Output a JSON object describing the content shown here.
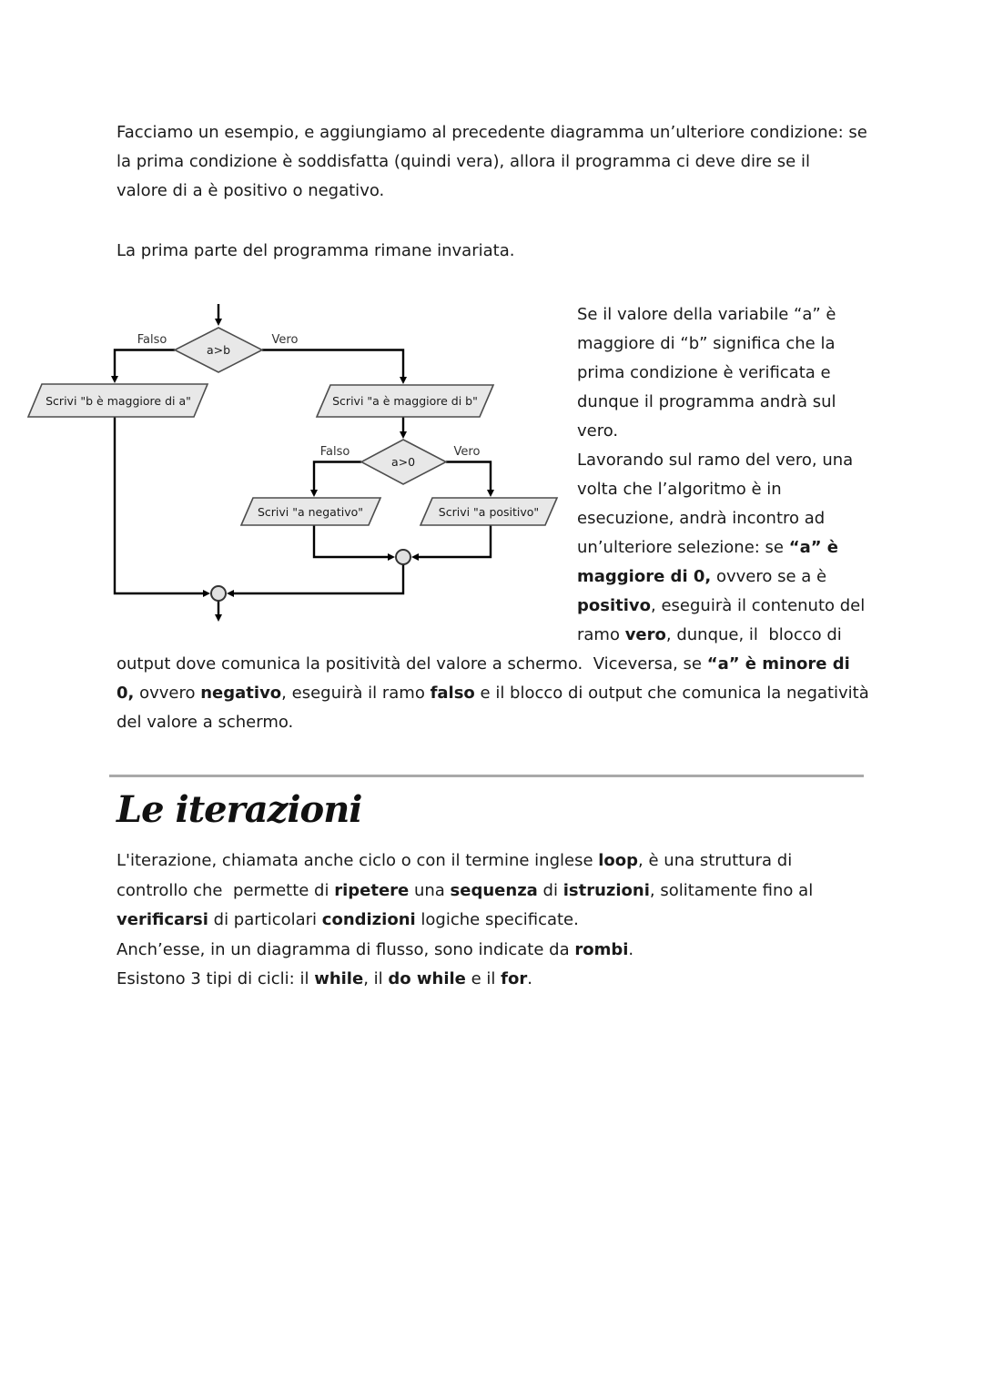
{
  "intro": {
    "p1_l1": "Facciamo un esempio, e aggiungiamo al precedente diagramma un’ulteriore condizione: se",
    "p1_l2": "la prima condizione è soddisfatta (quindi vera), allora il programma ci deve dire se il",
    "p1_l3": "valore di a è positivo o negativo.",
    "p2": "La prima parte del programma rimane invariata."
  },
  "flowchart": {
    "labels": {
      "false1": "Falso",
      "true1": "Vero",
      "false2": "Falso",
      "true2": "Vero"
    },
    "nodes": {
      "decision1": "a>b",
      "out_left": "Scrivi \"b è maggiore di a\"",
      "out_right": "Scrivi \"a è maggiore di b\"",
      "decision2": "a>0",
      "out_neg": "Scrivi \"a negativo\"",
      "out_pos": "Scrivi \"a positivo\""
    },
    "colors": {
      "shape_fill": "#e8e8e8",
      "shape_stroke": "#4d4d4d",
      "line": "#000000"
    }
  },
  "right_column": {
    "l1": "Se il valore della variabile “a” è",
    "l2": "maggiore di “b” significa che la",
    "l3": "prima condizione è verificata e",
    "l4": "dunque il programma andrà sul",
    "l5": "vero.",
    "l6": "Lavorando sul ramo del vero, una",
    "l7": "volta che l’algoritmo è in",
    "l8": "esecuzione, andrà incontro ad",
    "l9a": "un’ulteriore selezione: se ",
    "l9b": "“a” è",
    "l10a": "maggiore di 0,",
    "l10b": " ovvero se a è",
    "l11a": "positivo",
    "l11b": ", eseguirà il contenuto del",
    "l12a": "ramo ",
    "l12b": "vero",
    "l12c": ", dunque, il  blocco di"
  },
  "below": {
    "l1a": "output dove comunica la positività del valore a schermo.  Viceversa, se ",
    "l1b": "“a” è minore di",
    "l2a": "0,",
    "l2b": " ovvero ",
    "l2c": "negativo",
    "l2d": ", eseguirà il ramo ",
    "l2e": "falso",
    "l2f": " e il blocco di output che comunica la negatività",
    "l3": "del valore a schermo."
  },
  "iterations": {
    "heading": "Le iterazioni",
    "l1a": "L'iterazione, chiamata anche ciclo o con il termine inglese ",
    "l1b": "loop",
    "l1c": ", è una struttura di",
    "l2a": "controllo che  permette di ",
    "l2b": "ripetere",
    "l2c": " una ",
    "l2d": "sequenza",
    "l2e": " di ",
    "l2f": "istruzioni",
    "l2g": ", solitamente fino al",
    "l3a": "verificarsi",
    "l3b": " di particolari ",
    "l3c": "condizioni",
    "l3d": " logiche specificate.",
    "l4a": "Anch’esse, in un diagramma di flusso, sono indicate da ",
    "l4b": "rombi",
    "l4c": ".",
    "l5a": "Esistono 3 tipi di cicli: il ",
    "l5b": "while",
    "l5c": ", il ",
    "l5d": "do while",
    "l5e": " e il ",
    "l5f": "for",
    "l5g": "."
  }
}
